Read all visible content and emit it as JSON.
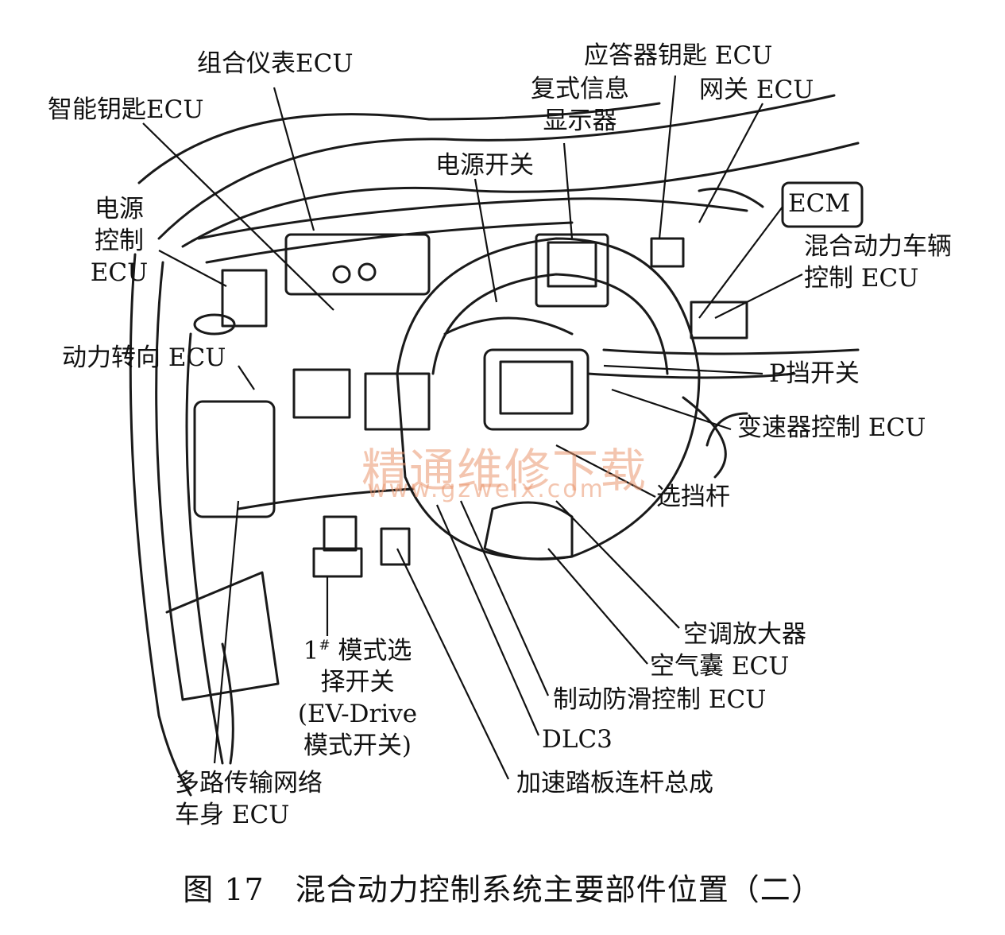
{
  "labels": {
    "cluster_ecu": "组合仪表ECU",
    "smart_key_ecu": "智能钥匙ECU",
    "transponder_ecu": "应答器钥匙 ECU",
    "gateway_ecu": "网关 ECU",
    "mid_line1": "复式信息",
    "mid_line2": "显示器",
    "power_switch": "电源开关",
    "ecm": "ECM",
    "pce_line1": "电源",
    "pce_line2": "控制",
    "pce_line3": "ECU",
    "hv_line1": "混合动力车辆",
    "hv_line2": "控制 ECU",
    "eps_ecu": "动力转向 ECU",
    "p_switch": "P挡开关",
    "trans_ecu": "变速器控制 ECU",
    "shift_lever": "选挡杆",
    "ac_amp": "空调放大器",
    "airbag_ecu": "空气囊 ECU",
    "brake_ecu": "制动防滑控制 ECU",
    "dlc3": "DLC3",
    "accel": "加速踏板连杆总成",
    "mode_line1_num": "1",
    "mode_line1_sup": "#",
    "mode_line1_rest": " 模式选",
    "mode_line2": "择开关",
    "mode_line3": "(EV-Drive",
    "mode_line4": "模式开关)",
    "body_line1": "多路传输网络",
    "body_line2": "车身 ECU"
  },
  "watermark": {
    "text_cn": "精通维修下载",
    "text_url": "www.gzweix.com",
    "color": "#e9966e"
  },
  "caption": "图 17　混合动力控制系统主要部件位置（二）"
}
